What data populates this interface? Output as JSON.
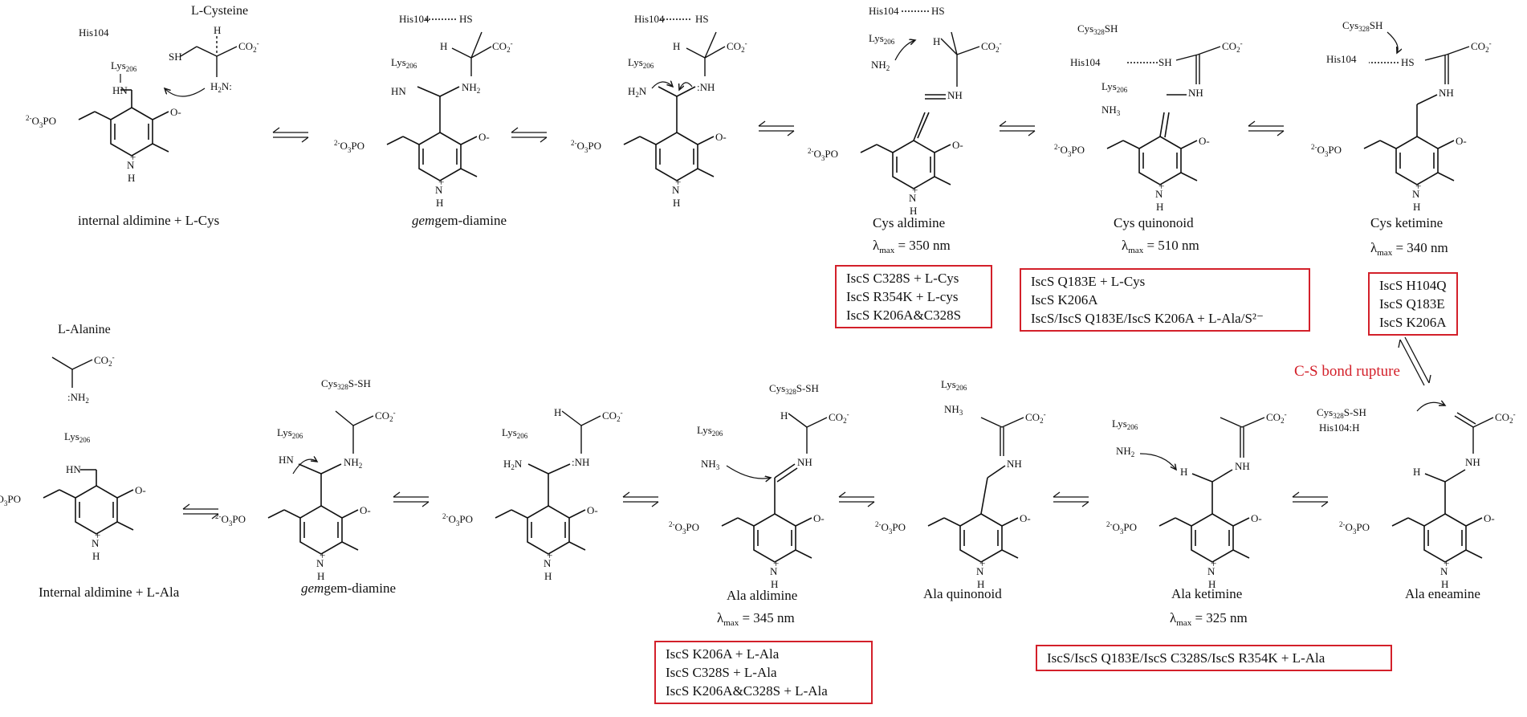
{
  "top_row": {
    "start_label": "L-Cysteine",
    "his104": "His104",
    "captions": [
      "internal aldimine + L-Cys",
      "gem-diamine",
      "Cys aldimine",
      "Cys quinonoid",
      "Cys ketimine"
    ],
    "lambda": [
      "350 nm",
      "510 nm",
      "340 nm"
    ]
  },
  "bottom_row": {
    "start_label": "L-Alanine",
    "captions": [
      "Internal aldimine + L-Ala",
      "gem-diamine",
      "Ala aldimine",
      "Ala quinonoid",
      "Ala ketimine",
      "Ala eneamine"
    ],
    "lambda": [
      "345 nm",
      "325 nm"
    ]
  },
  "bond_rupture_label": "C-S bond rupture",
  "boxes": [
    {
      "lines": [
        "IscS C328S + L-Cys",
        "IscS R354K + L-cys",
        "IscS K206A&C328S"
      ]
    },
    {
      "lines": [
        "IscS Q183E + L-Cys",
        "IscS K206A",
        "IscS/IscS Q183E/IscS K206A + L-Ala/S²⁻"
      ]
    },
    {
      "lines": [
        "IscS H104Q",
        "IscS Q183E",
        "IscS K206A"
      ]
    },
    {
      "lines": [
        "IscS K206A + L-Ala",
        "IscS C328S + L-Ala",
        "IscS K206A&C328S + L-Ala"
      ]
    },
    {
      "lines": [
        "IscS/IscS Q183E/IscS C328S/IscS R354K + L-Ala"
      ]
    }
  ],
  "accent_color": "#d3202a"
}
